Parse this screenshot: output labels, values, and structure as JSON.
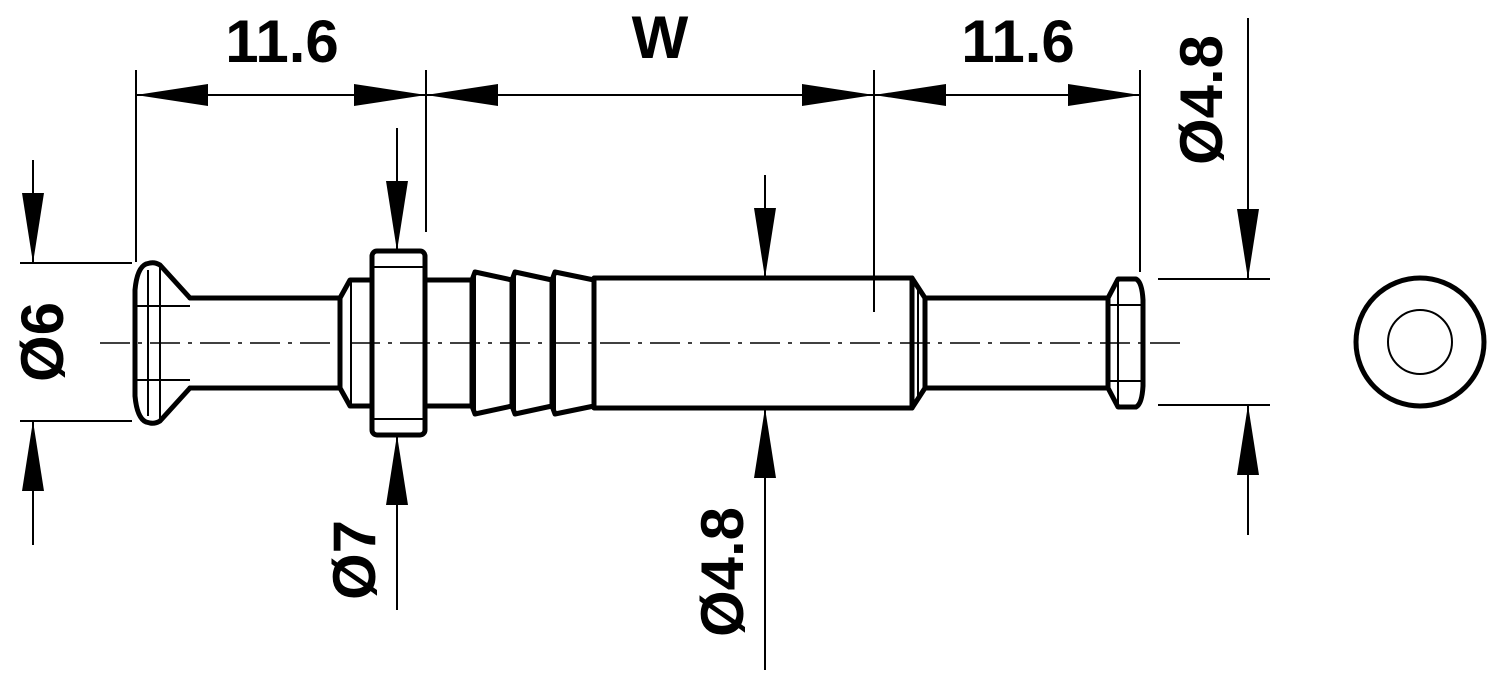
{
  "dimensions": {
    "left_length": "11.6",
    "middle_length": "W",
    "right_length": "11.6",
    "head_diameter": "Ø6",
    "collar_diameter": "Ø7",
    "shank_diameter": "Ø4.8",
    "end_diameter": "Ø4.8"
  },
  "colors": {
    "line": "#000000",
    "background": "#ffffff"
  }
}
